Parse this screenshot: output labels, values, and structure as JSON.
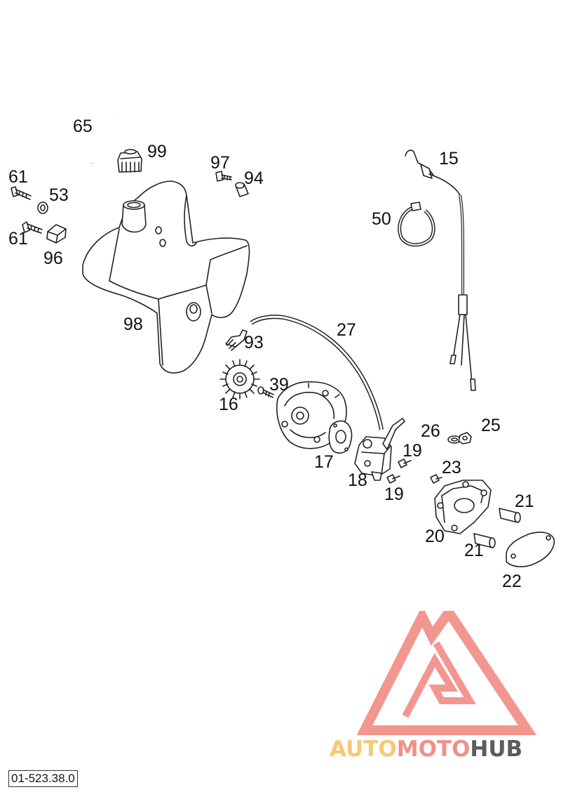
{
  "diagram": {
    "labels": [
      "65",
      "99",
      "97",
      "94",
      "15",
      "61",
      "53",
      "61",
      "96",
      "50",
      "98",
      "27",
      "93",
      "39",
      "16",
      "26",
      "25",
      "17",
      "19",
      "18",
      "19",
      "23",
      "21",
      "20",
      "21",
      "22"
    ],
    "code": "01-523.38.0"
  },
  "watermark": {
    "parts": [
      "AUTO",
      "MOTO",
      "HUB"
    ],
    "colors": {
      "auto": "#f6c978",
      "moto": "#f0908a",
      "hub": "#5b5b5b",
      "logo": "#f2918a"
    }
  }
}
